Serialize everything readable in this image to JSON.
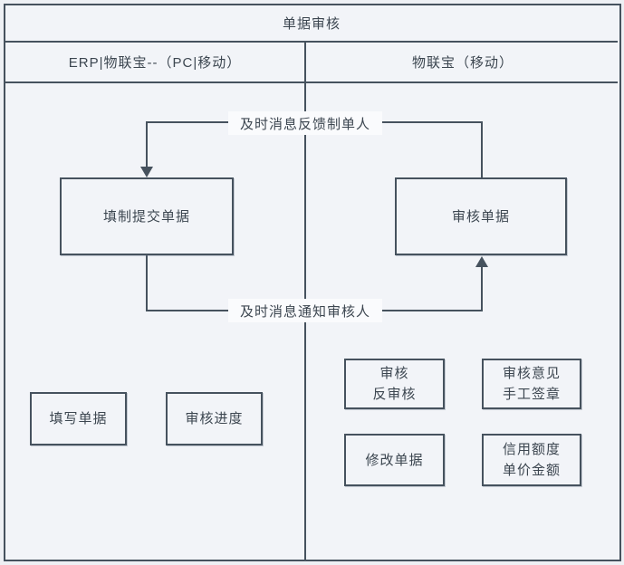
{
  "window": {
    "title": "单据审核"
  },
  "columns": {
    "left": {
      "label": "ERP|物联宝--（PC|移动）"
    },
    "right": {
      "label": "物联宝（移动）"
    }
  },
  "flowchart": {
    "left_lane": {
      "main_box": "填制提交单据",
      "feature_boxes": [
        {
          "lines": [
            "填写单据"
          ]
        },
        {
          "lines": [
            "审核进度"
          ]
        }
      ]
    },
    "right_lane": {
      "main_box": "审核单据",
      "feature_boxes": [
        {
          "lines": [
            "审核",
            "反审核"
          ]
        },
        {
          "lines": [
            "审核意见",
            "手工签章"
          ]
        },
        {
          "lines": [
            "修改单据"
          ]
        },
        {
          "lines": [
            "信用额度",
            "单价金额"
          ]
        }
      ]
    },
    "connectors": {
      "feedback": {
        "label": "及时消息反馈制单人",
        "arrow_into": "填制提交单据"
      },
      "notify": {
        "label": "及时消息通知审核人",
        "arrow_into": "审核单据"
      }
    }
  },
  "colors": {
    "page_background": "#eef0f4",
    "panel_background": "#f2f4f8",
    "line": "#46525e",
    "text": "#3c4650",
    "connector_label_background": "#fafbfd"
  }
}
